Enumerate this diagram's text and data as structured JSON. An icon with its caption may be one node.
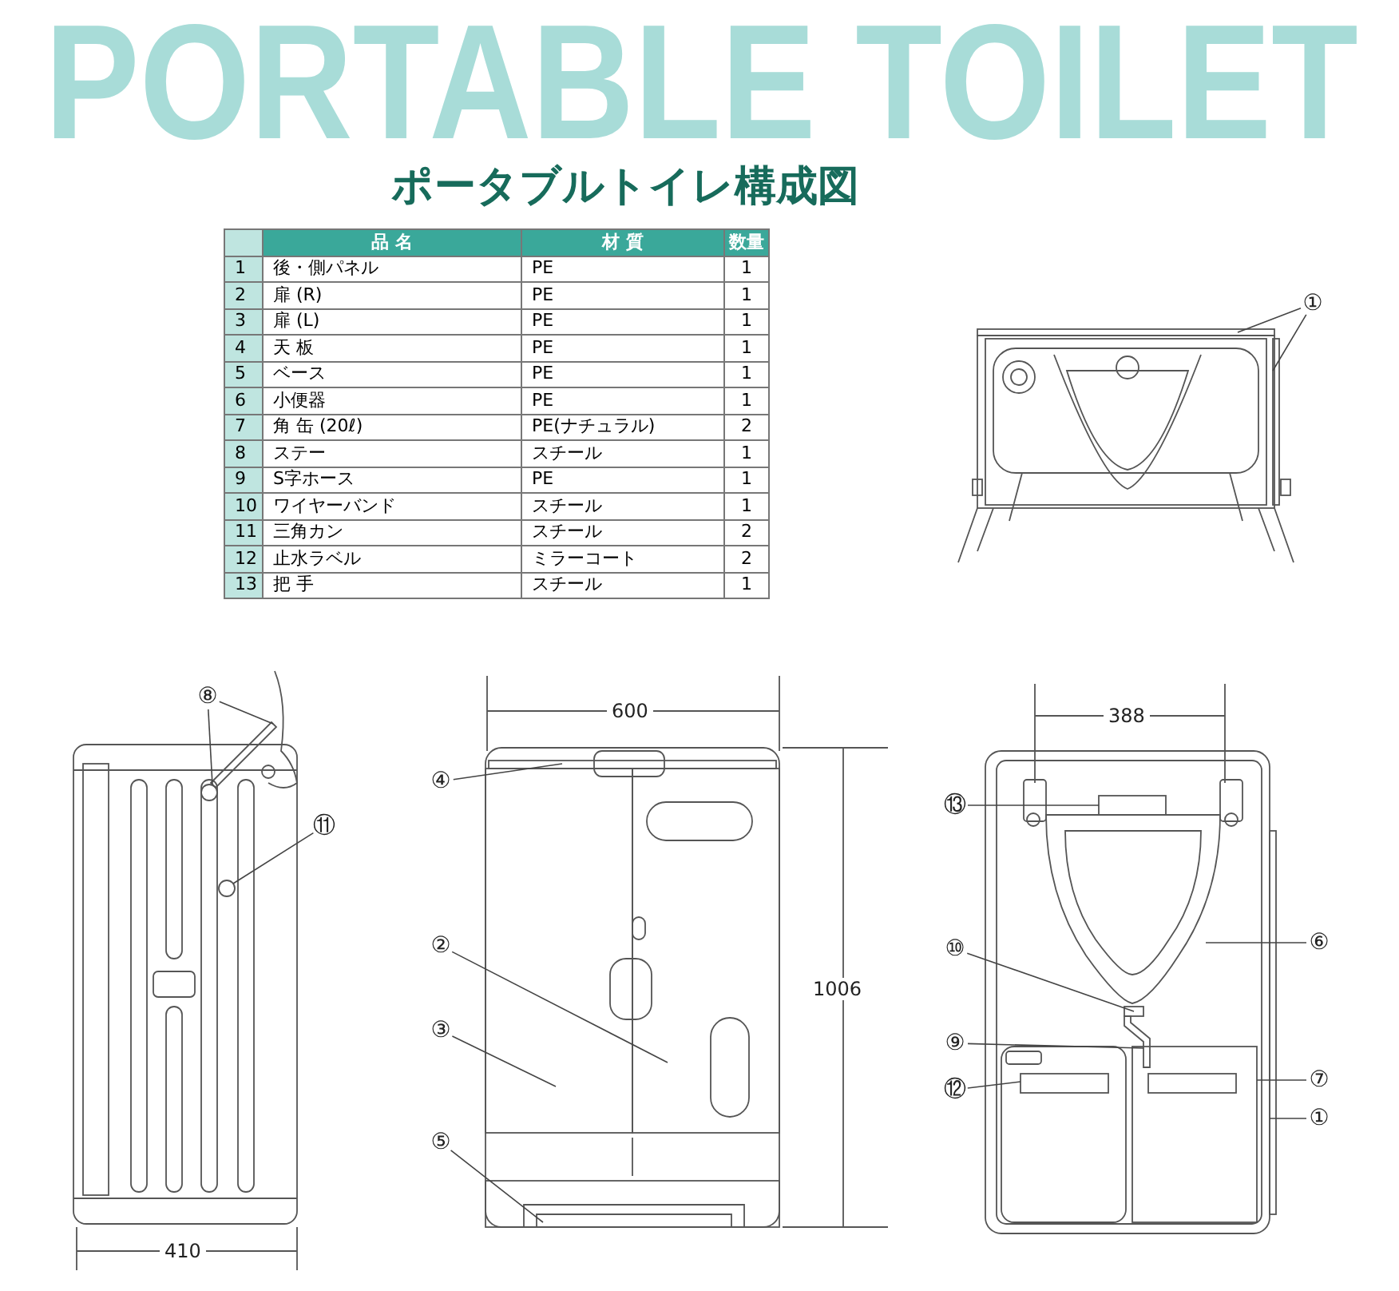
{
  "diagram": {
    "title": "ポータブルトイレ構成図",
    "nodes": [
      {
        "text": [
          "①"
        ]
      },
      {
        "text": [
          "⑧"
        ]
      },
      {
        "text": [
          "⑪"
        ]
      },
      {
        "text": [
          "④"
        ]
      },
      {
        "text": [
          "②"
        ]
      },
      {
        "text": [
          "③"
        ]
      },
      {
        "text": [
          "⑤"
        ]
      },
      {
        "text": [
          "⑬"
        ]
      },
      {
        "text": [
          "⑩"
        ]
      },
      {
        "text": [
          "⑥"
        ]
      },
      {
        "text": [
          "⑨"
        ]
      },
      {
        "text": [
          "⑫"
        ]
      },
      {
        "text": [
          "⑦"
        ]
      },
      {
        "text": [
          "①"
        ]
      },
      {
        "text": [],
        "shape": "circle"
      },
      {
        "text": [],
        "shape": "bar"
      },
      {
        "text": [],
        "shape": "bar"
      },
      {
        "text": [],
        "shape": "bar"
      },
      {
        "text": [],
        "shape": "bar"
      },
      {
        "text": [],
        "shape": "bar"
      },
      {
        "text": [],
        "shape": "box"
      },
      {
        "text": [],
        "shape": "box"
      },
      {
        "text": [],
        "shape": "box"
      },
      {
        "text": [],
        "shape": "box"
      },
      {
        "text": [],
        "shape": "box"
      },
      {
        "text": [],
        "shape": "picture"
      },
      {
        "text": [],
        "shape": "picture"
      },
      {
        "text": [],
        "shape": "box"
      },
      {
        "text": [],
        "shape": "box"
      }
    ],
    "edges": [
      {
        "from": 0,
        "to": 16,
        "arrow": "none"
      },
      {
        "from": 0,
        "to": 17,
        "arrow": "none"
      },
      {
        "from": 1,
        "to": 18,
        "arrow": "none"
      },
      {
        "from": 1,
        "to": 18,
        "arrow": "none"
      },
      {
        "from": 2,
        "to": 14,
        "arrow": "none"
      },
      {
        "from": 3,
        "to": 19,
        "arrow": "none"
      },
      {
        "from": 4,
        "to": 20,
        "arrow": "none"
      },
      {
        "from": 5,
        "to": 21,
        "arrow": "none"
      },
      {
        "from": 6,
        "to": 22,
        "arrow": "none"
      },
      {
        "from": 7,
        "to": 23,
        "arrow": "none"
      },
      {
        "from": 8,
        "to": 24,
        "arrow": "none"
      },
      {
        "from": 9,
        "to": 25,
        "arrow": "none"
      },
      {
        "from": 10,
        "to": 26,
        "arrow": "none"
      },
      {
        "from": 11,
        "to": 27,
        "arrow": "none"
      },
      {
        "from": 12,
        "to": 28,
        "arrow": "none"
      },
      {
        "from": 13,
        "to": 15,
        "arrow": "none"
      }
    ],
    "labels": [
      "PORTABLE TOILET",
      "品 名",
      "材 質",
      "数量",
      "1",
      "後・側パネル",
      "PE",
      "1",
      "2",
      "扉 (R)",
      "PE",
      "1",
      "3",
      "扉 (L)",
      "PE",
      "1",
      "4",
      "天 板",
      "PE",
      "1",
      "5",
      "ベース",
      "PE",
      "1",
      "6",
      "小便器",
      "PE",
      "1",
      "7",
      "角 缶 (20ℓ)",
      "PE(ナチュラル)",
      "2",
      "8",
      "ステー",
      "スチール",
      "1",
      "9",
      "S字ホース",
      "PE",
      "1",
      "10",
      "ワイヤーバンド",
      "スチール",
      "1",
      "11",
      "三角カン",
      "スチール",
      "2",
      "12",
      "止水ラベル",
      "ミラーコート",
      "2",
      "13",
      "把 手",
      "スチール",
      "1",
      "600",
      "1006",
      "410",
      "388"
    ]
  }
}
